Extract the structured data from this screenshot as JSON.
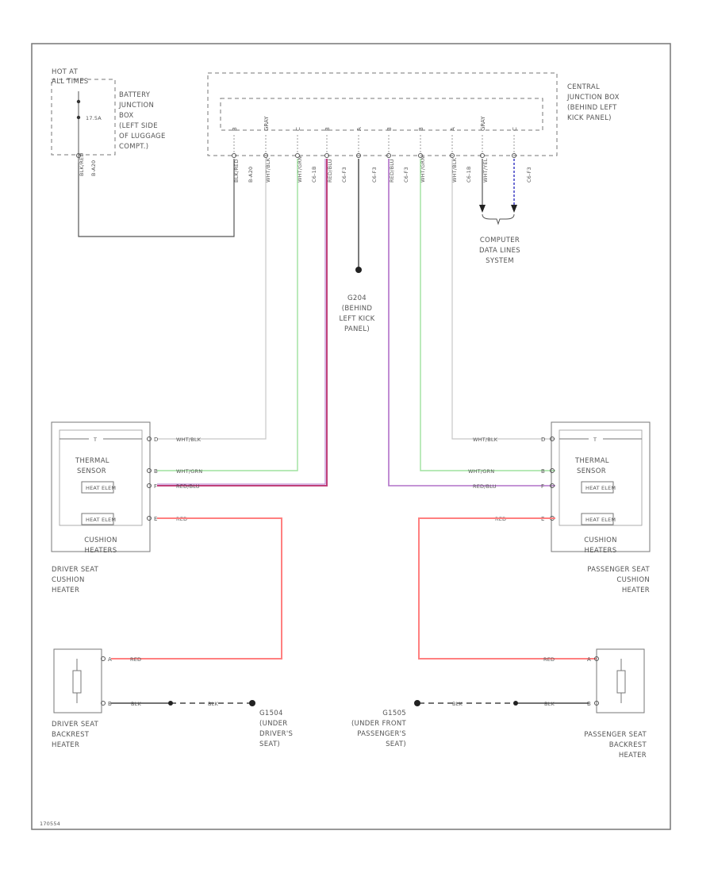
{
  "colors": {
    "red": "#ff8080",
    "green": "#9ee29e",
    "purple": "#b070c8",
    "redpurple": "#c0407a",
    "white_wire": "#c8c8c8",
    "black_wire": "#222222",
    "blue": "#3030c0",
    "line": "#555555"
  },
  "sources": {
    "hot_at_line1": "HOT AT",
    "hot_at_line2": "ALL TIMES",
    "fuse_label": "17.5A",
    "battery_box": [
      "BATTERY",
      "JUNCTION",
      "BOX",
      "(LEFT SIDE",
      "OF LUGGAGE",
      "COMPT.)"
    ],
    "central_box": [
      "CENTRAL",
      "JUNCTION BOX",
      "(BEHIND LEFT",
      "KICK PANEL)"
    ]
  },
  "connector_pins": [
    "B",
    "GRAY",
    "C",
    "B",
    "A",
    "B",
    "B",
    "A",
    "GRAY",
    "C",
    "C"
  ],
  "wire_labels": {
    "battery_out": "BLK/RED",
    "battery_out2": "B-A20",
    "central_w1": "BLK/RED",
    "central_w1b": "B-A20",
    "central_w2": "WHT/BLK",
    "central_w3": "WHT/GRN",
    "central_w3b": "C6-1B",
    "central_w4": "RED/BLU",
    "central_w5": "C6-F3",
    "central_w6": "C6-F3",
    "central_w7": "RED/BLU",
    "central_w8": "C6-F3",
    "central_w9": "WHT/GRN",
    "central_w10": "WHT/BLK",
    "central_w11": "C6-1B",
    "can_h": "WHT/YEL",
    "can_l": "C6-F3"
  },
  "computer_data": [
    "COMPUTER",
    "DATA LINES",
    "SYSTEM"
  ],
  "ground_left_kick": [
    "G204",
    "(BEHIND",
    "LEFT KICK",
    "PANEL)"
  ],
  "driver_cushion": {
    "pins": [
      "D",
      "B",
      "F",
      "E"
    ],
    "wires": [
      "WHT/BLK",
      "WHT/GRN",
      "RED/BLU",
      "RED"
    ],
    "thermal": [
      "THERMAL",
      "SENSOR"
    ],
    "heater1": "HEAT ELEM",
    "heater2": "HEAT ELEM",
    "inner_label": [
      "CUSHION",
      "HEATERS"
    ],
    "caption": [
      "DRIVER SEAT",
      "CUSHION",
      "HEATER"
    ]
  },
  "passenger_cushion": {
    "pins": [
      "D",
      "B",
      "F",
      "E"
    ],
    "wires": [
      "WHT/BLK",
      "WHT/GRN",
      "RED/BLU",
      "RED"
    ],
    "thermal": [
      "THERMAL",
      "SENSOR"
    ],
    "heater1": "HEAT ELEM",
    "heater2": "HEAT ELEM",
    "inner_label": [
      "CUSHION",
      "HEATERS"
    ],
    "caption": [
      "PASSENGER SEAT",
      "CUSHION",
      "HEATER"
    ]
  },
  "driver_backrest": {
    "pins": [
      "A",
      "B"
    ],
    "wire_top": "RED",
    "wire_bot": "BLK",
    "wire_bot2": "BLK",
    "caption": [
      "DRIVER SEAT",
      "BACKREST",
      "HEATER"
    ]
  },
  "passenger_backrest": {
    "pins": [
      "A",
      "B"
    ],
    "wire_top": "RED",
    "wire_bot": "BLK",
    "wire_bot2": "BLK",
    "caption": [
      "PASSENGER SEAT",
      "BACKREST",
      "HEATER"
    ]
  },
  "ground_driver": [
    "G1504",
    "(UNDER",
    "DRIVER'S",
    "SEAT)"
  ],
  "ground_passenger": [
    "G1505",
    "(UNDER FRONT",
    "PASSENGER'S",
    "SEAT)"
  ],
  "figure_id": "170554"
}
